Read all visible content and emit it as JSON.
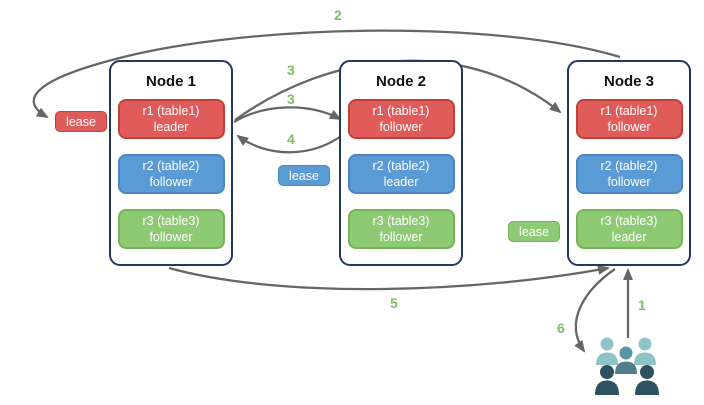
{
  "diagram": {
    "nodes": [
      {
        "title": "Node 1",
        "replicas": [
          {
            "name": "r1 (table1)",
            "role": "leader"
          },
          {
            "name": "r2 (table2)",
            "role": "follower"
          },
          {
            "name": "r3 (table3)",
            "role": "follower"
          }
        ]
      },
      {
        "title": "Node 2",
        "replicas": [
          {
            "name": "r1 (table1)",
            "role": "follower"
          },
          {
            "name": "r2 (table2)",
            "role": "leader"
          },
          {
            "name": "r3 (table3)",
            "role": "follower"
          }
        ]
      },
      {
        "title": "Node 3",
        "replicas": [
          {
            "name": "r1 (table1)",
            "role": "follower"
          },
          {
            "name": "r2 (table2)",
            "role": "follower"
          },
          {
            "name": "r3 (table3)",
            "role": "leader"
          }
        ]
      }
    ],
    "leases": [
      {
        "label": "lease",
        "color": "red"
      },
      {
        "label": "lease",
        "color": "blue"
      },
      {
        "label": "lease",
        "color": "green"
      }
    ],
    "steps": {
      "s1": "1",
      "s2": "2",
      "s3a": "3",
      "s3b": "3",
      "s4": "4",
      "s5": "5",
      "s6": "6"
    },
    "icons": {
      "users_group": "users-group-icon"
    },
    "colors": {
      "replica_red": "#e05c5a",
      "replica_red_border": "#c14037",
      "replica_blue": "#5b9bd5",
      "replica_blue_border": "#4a86c2",
      "replica_green": "#8ec973",
      "replica_green_border": "#74b356",
      "node_border": "#23395d",
      "arrow": "#666666",
      "step_label": "#7cbf63",
      "users_light": "#8fc4c6",
      "users_mid_head": "#5b96a2",
      "users_mid_body": "#507e8d",
      "users_dark": "#2e5060"
    }
  }
}
